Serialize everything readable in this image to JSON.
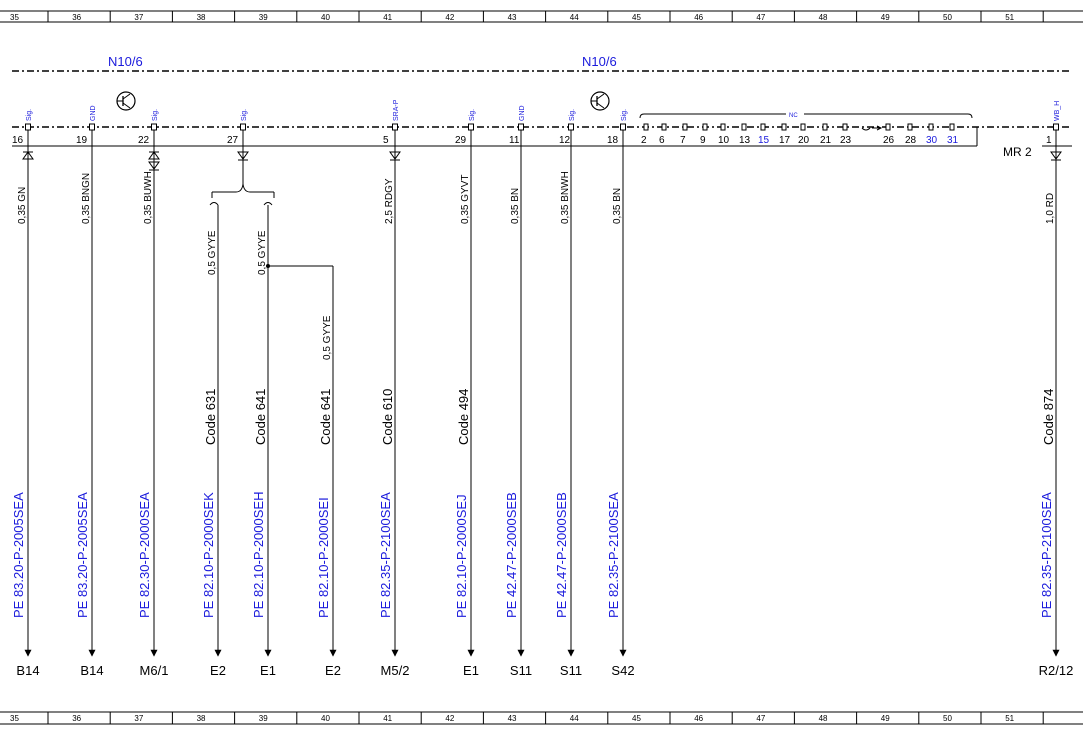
{
  "ruler": [
    "35",
    "36",
    "37",
    "38",
    "39",
    "40",
    "41",
    "42",
    "43",
    "44",
    "45",
    "46",
    "47",
    "48",
    "49",
    "50",
    "51"
  ],
  "connector": {
    "left_label": "N10/6",
    "right_label": "N10/6",
    "mr_label": "MR 2"
  },
  "nc_label": "NC",
  "nc_pins": [
    {
      "n": "2",
      "hl": false
    },
    {
      "n": "6",
      "hl": false
    },
    {
      "n": "7",
      "hl": false
    },
    {
      "n": "9",
      "hl": false
    },
    {
      "n": "10",
      "hl": false
    },
    {
      "n": "13",
      "hl": false
    },
    {
      "n": "15",
      "hl": true
    },
    {
      "n": "17",
      "hl": false
    },
    {
      "n": "20",
      "hl": false
    },
    {
      "n": "21",
      "hl": false
    },
    {
      "n": "23",
      "hl": false
    },
    {
      "n": "26",
      "hl": false
    },
    {
      "n": "28",
      "hl": false
    },
    {
      "n": "30",
      "hl": true
    },
    {
      "n": "31",
      "hl": true
    }
  ],
  "pins": [
    {
      "pin": "16",
      "sig": "Sig."
    },
    {
      "pin": "19",
      "sig": "GND"
    },
    {
      "pin": "22",
      "sig": "Sig."
    },
    {
      "pin": "27",
      "sig": "Sig."
    },
    {
      "pin": "5",
      "sig": "SRA-P"
    },
    {
      "pin": "29",
      "sig": "Sig."
    },
    {
      "pin": "11",
      "sig": "GND"
    },
    {
      "pin": "12",
      "sig": "Sig."
    },
    {
      "pin": "18",
      "sig": "Sig."
    },
    {
      "pin": "1",
      "sig": "WB_H"
    }
  ],
  "wires": [
    {
      "wire": "0,35 GN",
      "code": "",
      "ref": "PE 83.20-P-2005SEA",
      "dest": "B14"
    },
    {
      "wire": "0,35 BNGN",
      "code": "",
      "ref": "PE 83.20-P-2005SEA",
      "dest": "B14"
    },
    {
      "wire": "0,35 BUWH",
      "code": "",
      "ref": "PE 82.30-P-2000SEA",
      "dest": "M6/1"
    },
    {
      "wire": "0,5 GYYE",
      "code": "Code 631",
      "ref": "PE 82.10-P-2000SEK",
      "dest": "E2"
    },
    {
      "wire": "0,5 GYYE",
      "code": "Code 641",
      "ref": "PE 82.10-P-2000SEH",
      "dest": "E1"
    },
    {
      "wire": "0,5 GYYE",
      "code": "Code 641",
      "ref": "PE 82.10-P-2000SEI",
      "dest": "E2"
    },
    {
      "wire": "2,5 RDGY",
      "code": "Code 610",
      "ref": "PE 82.35-P-2100SEA",
      "dest": "M5/2"
    },
    {
      "wire": "0,35 GYVT",
      "code": "Code 494",
      "ref": "PE 82.10-P-2000SEJ",
      "dest": "E1"
    },
    {
      "wire": "0,35 BN",
      "code": "",
      "ref": "PE 42.47-P-2000SEB",
      "dest": "S11"
    },
    {
      "wire": "0,35 BNWH",
      "code": "",
      "ref": "PE 42.47-P-2000SEB",
      "dest": "S11"
    },
    {
      "wire": "0,35 BN",
      "code": "",
      "ref": "PE 82.35-P-2100SEA",
      "dest": "S42"
    },
    {
      "wire": "1,0 RD",
      "code": "Code 874",
      "ref": "PE 82.35-P-2100SEA",
      "dest": "R2/12"
    }
  ],
  "colors": {
    "line": "#000000",
    "accent": "#1a1adc"
  }
}
